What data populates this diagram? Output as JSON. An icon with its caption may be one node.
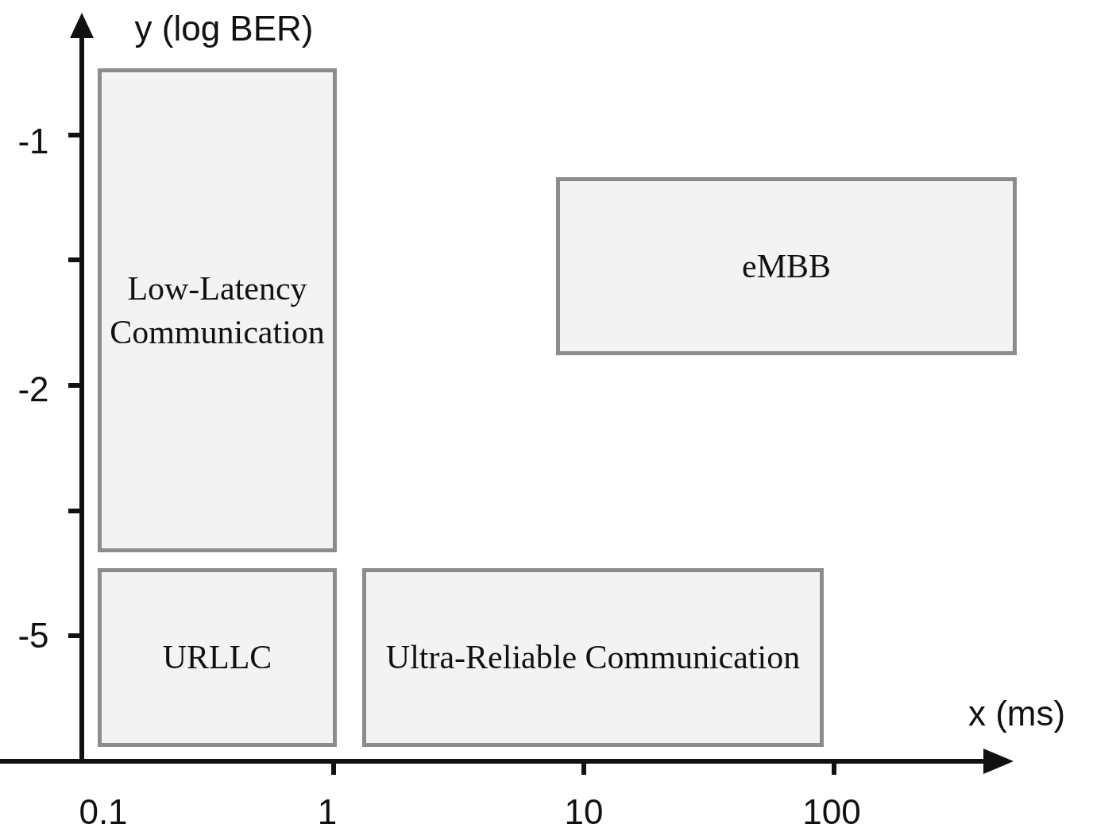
{
  "diagram": {
    "nodes": [
      {
        "text": [
          "Low-Latency Communication"
        ]
      },
      {
        "text": [
          "eMBB"
        ]
      },
      {
        "text": [
          "URLLC"
        ]
      },
      {
        "text": [
          "Ultra-Reliable Communication"
        ]
      }
    ],
    "edges": [],
    "labels": [
      "y (log BER)",
      "-1",
      "-2",
      "-5",
      "x (ms)",
      "0.1",
      "1",
      "10",
      "100"
    ]
  }
}
